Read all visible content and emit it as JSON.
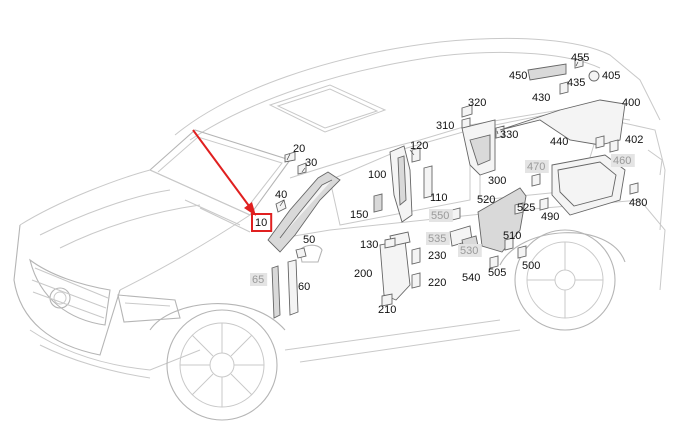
{
  "labels": [
    {
      "id": "10",
      "highlight": true
    },
    {
      "id": "20"
    },
    {
      "id": "30"
    },
    {
      "id": "40"
    },
    {
      "id": "50"
    },
    {
      "id": "60"
    },
    {
      "id": "65",
      "grey": true
    },
    {
      "id": "100"
    },
    {
      "id": "110"
    },
    {
      "id": "120"
    },
    {
      "id": "130"
    },
    {
      "id": "150"
    },
    {
      "id": "200"
    },
    {
      "id": "210"
    },
    {
      "id": "220"
    },
    {
      "id": "230"
    },
    {
      "id": "300"
    },
    {
      "id": "310"
    },
    {
      "id": "320"
    },
    {
      "id": "330"
    },
    {
      "id": "400"
    },
    {
      "id": "402"
    },
    {
      "id": "405"
    },
    {
      "id": "430"
    },
    {
      "id": "435"
    },
    {
      "id": "440"
    },
    {
      "id": "450"
    },
    {
      "id": "455"
    },
    {
      "id": "460",
      "grey": true
    },
    {
      "id": "470",
      "grey": true
    },
    {
      "id": "480"
    },
    {
      "id": "490"
    },
    {
      "id": "500"
    },
    {
      "id": "505"
    },
    {
      "id": "510"
    },
    {
      "id": "520"
    },
    {
      "id": "525"
    },
    {
      "id": "530",
      "grey": true
    },
    {
      "id": "535",
      "grey": true
    },
    {
      "id": "540"
    },
    {
      "id": "550",
      "grey": true
    }
  ],
  "colors": {
    "highlight": "#e02020",
    "arrow": "#e02020",
    "label_bg": "#e4e4e4"
  }
}
